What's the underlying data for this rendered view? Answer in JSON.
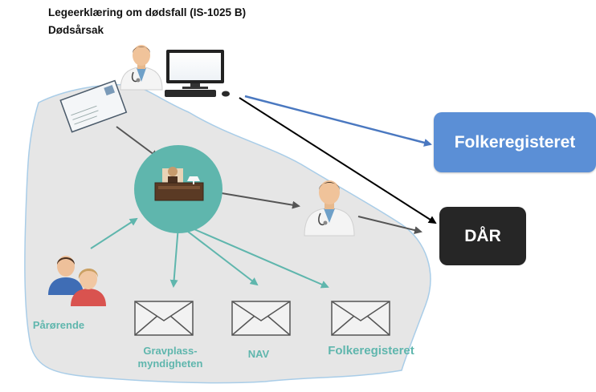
{
  "header": {
    "title_line1": "Legeerklæring om dødsfall (IS-1025 B)",
    "title_line2": "Dødsårsak"
  },
  "boxes": {
    "folkeregisteret": "Folkeregisteret",
    "daar": "DÅR"
  },
  "labels": {
    "parorende": "Pårørende",
    "gravplass_line1": "Gravplass-",
    "gravplass_line2": "myndigheten",
    "nav": "NAV",
    "folkeregisteret_small": "Folkeregisteret"
  },
  "colors": {
    "teal": "#5fb6ad",
    "blue_box": "#5b8fd6",
    "dark_box": "#262626",
    "blob_fill": "#e6e6e6",
    "blob_border": "#a9cde8",
    "arrow_gray": "#555555",
    "arrow_blue": "#4a78c0",
    "arrow_black": "#000000"
  },
  "icons": [
    "doctor-icon",
    "computer-icon",
    "letter-icon",
    "registrar-desk-icon",
    "doctor-icon",
    "people-icon",
    "envelope-icon"
  ]
}
